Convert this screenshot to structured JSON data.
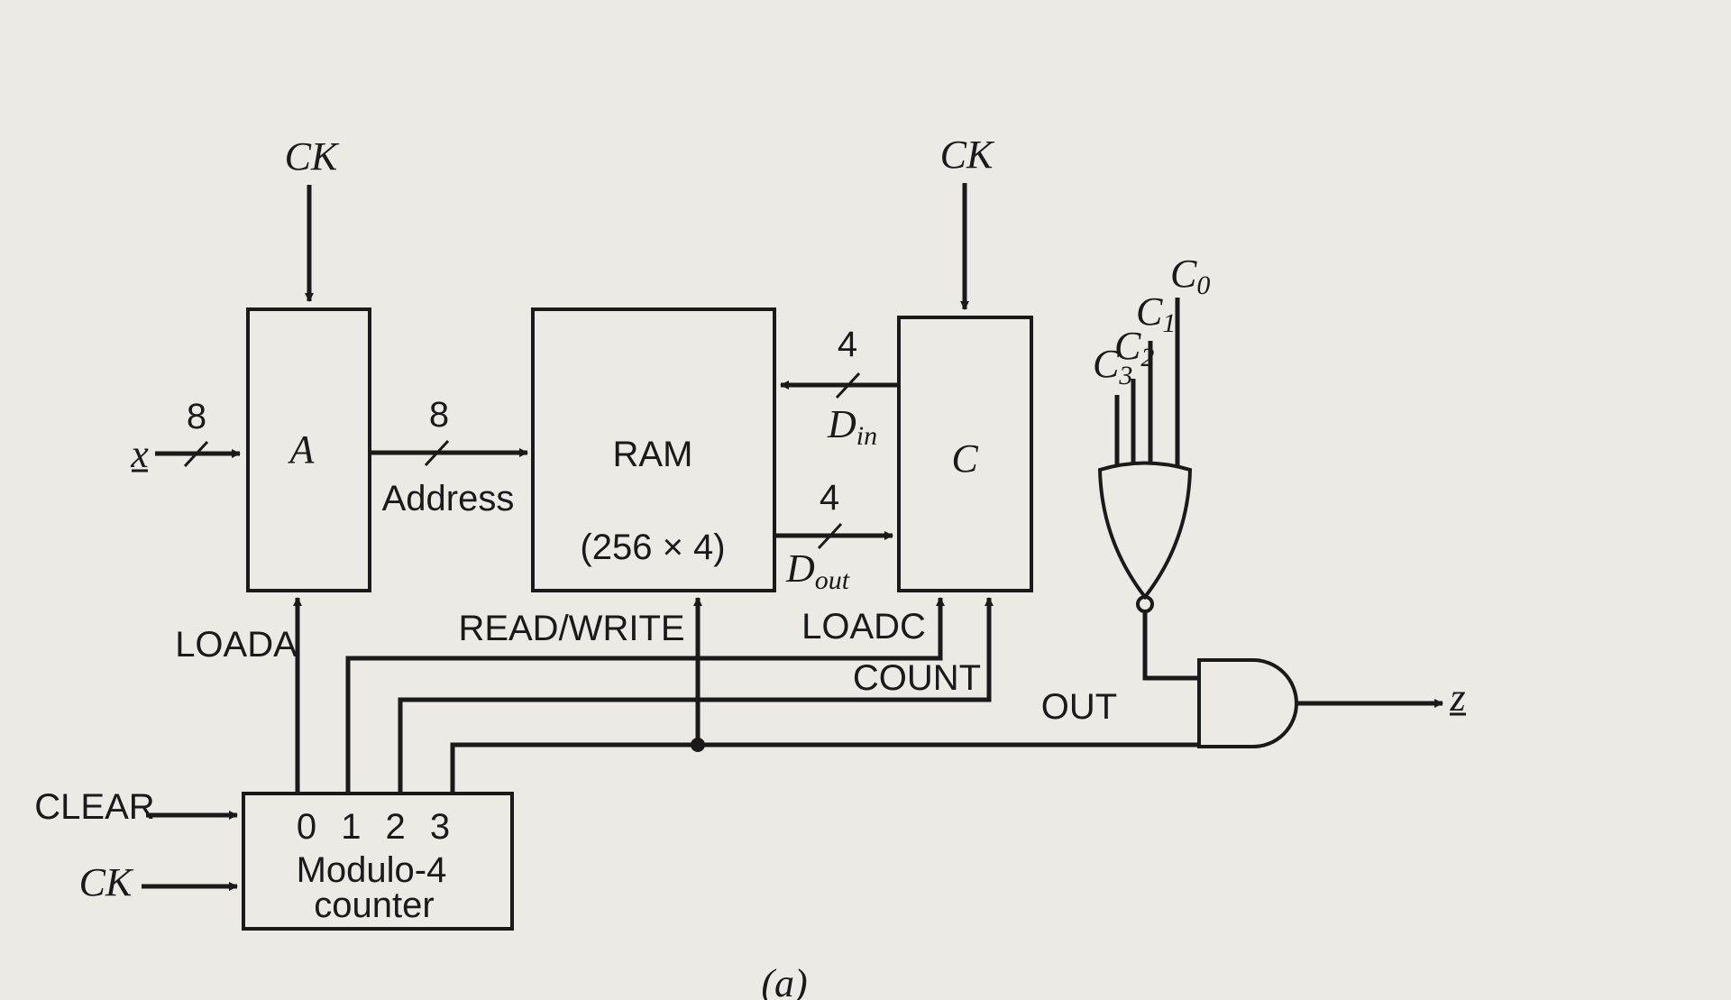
{
  "labels": {
    "ck_a": "CK",
    "ck_c": "CK",
    "ck_counter": "CK",
    "x": "x",
    "z": "z",
    "x_width": "8",
    "addr_width": "8",
    "din_width": "4",
    "dout_width": "4",
    "reg_a": "A",
    "reg_c": "C",
    "ram_name": "RAM",
    "ram_size": "(256 × 4)",
    "address": "Address",
    "din": "D",
    "din_sub": "in",
    "dout": "D",
    "dout_sub": "out",
    "loada": "LOADA",
    "read_write": "READ/WRITE",
    "loadc": "LOADC",
    "count": "COUNT",
    "out": "OUT",
    "clear": "CLEAR",
    "counter_outputs": "0 1 2 3",
    "counter_name": "Modulo-4",
    "counter_sub": "counter",
    "c0": "C",
    "c0_sub": "0",
    "c1": "C",
    "c1_sub": "1",
    "c2": "C",
    "c2_sub": "2",
    "c3": "C",
    "c3_sub": "3",
    "caption": "(a)"
  }
}
